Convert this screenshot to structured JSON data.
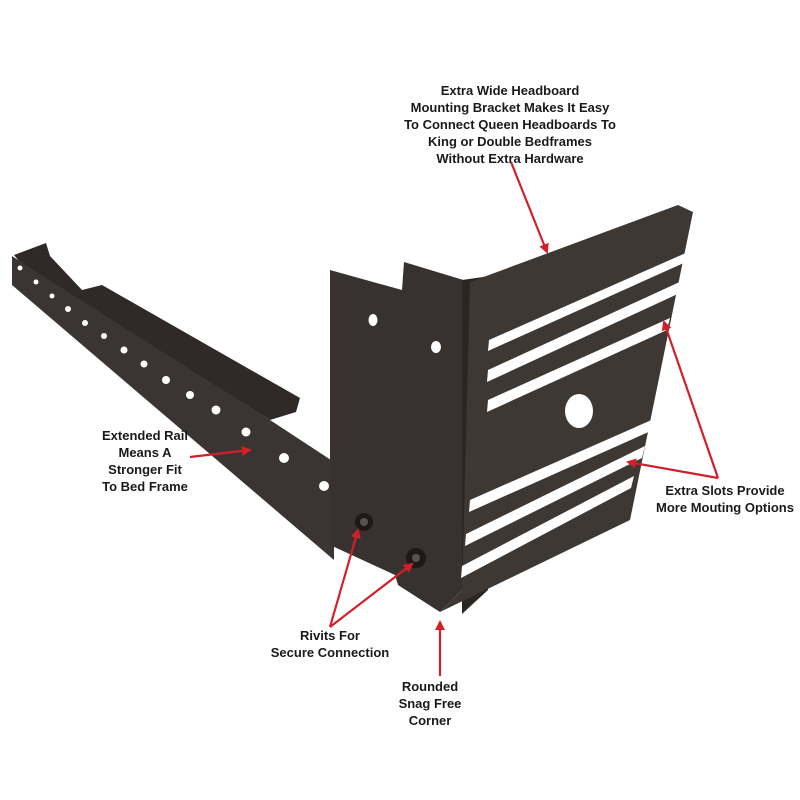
{
  "colors": {
    "metal": "#3a3532",
    "metal_dark": "#26221f",
    "metal_light": "#4a4440",
    "arrow": "#d0202a",
    "text": "#1a1a1a",
    "background": "#ffffff"
  },
  "callouts": {
    "headboard": {
      "lines": [
        "Extra Wide Headboard",
        "Mounting Bracket Makes It Easy",
        "To Connect Queen Headboards To",
        "King or Double Bedframes",
        "Without Extra Hardware"
      ]
    },
    "rail": {
      "lines": [
        "Extended Rail",
        "Means A",
        "Stronger Fit",
        "To Bed Frame"
      ]
    },
    "slots": {
      "lines": [
        "Extra Slots Provide",
        "More Mouting Options"
      ]
    },
    "rivets": {
      "lines": [
        "Rivits For",
        "Secure Connection"
      ]
    },
    "corner": {
      "lines": [
        "Rounded",
        "Snag Free",
        "Corner"
      ]
    }
  }
}
